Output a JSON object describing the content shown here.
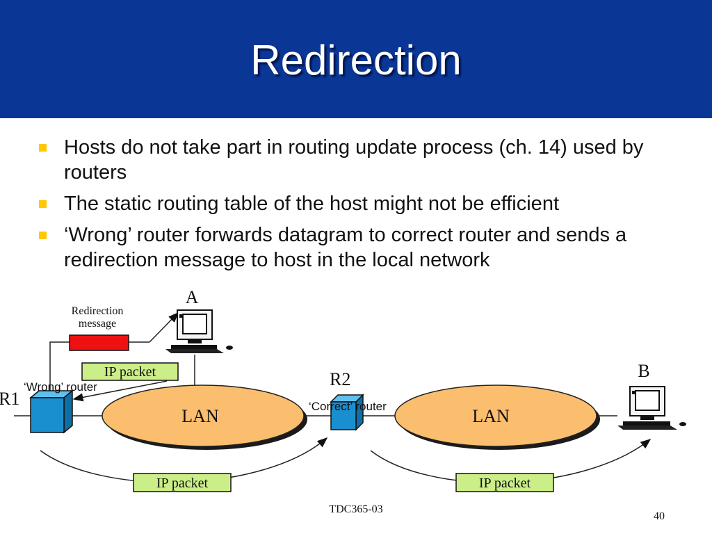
{
  "slide": {
    "title": "Redirection",
    "bullets": [
      "Hosts do not take part in routing update process (ch. 14) used by routers",
      "The static routing table of the host might not be efficient",
      "‘Wrong’ router forwards datagram to correct router and sends a redirection message to host in the local network"
    ]
  },
  "diagram": {
    "host_a_label": "A",
    "host_b_label": "B",
    "router1_label": "R1",
    "router2_label": "R2",
    "lan_left_label": "LAN",
    "lan_right_label": "LAN",
    "redirection_message_line1": "Redirection",
    "redirection_message_line2": "message",
    "ip_packet_top": "IP packet",
    "ip_packet_bottom_left": "IP packet",
    "ip_packet_bottom_right": "IP packet",
    "wrong_router_caption": "‘Wrong’ router",
    "correct_router_caption": "‘Correct’ router"
  },
  "footer": {
    "course": "TDC365-03",
    "page_number": "40"
  },
  "colors": {
    "title_bar": "#0a3696",
    "bullet_marker": "#ffc800",
    "lan": "#fbbd6e",
    "router": "#1a8fcf",
    "redirection_box": "#ee1111",
    "ip_packet_box": "#ccee88"
  }
}
